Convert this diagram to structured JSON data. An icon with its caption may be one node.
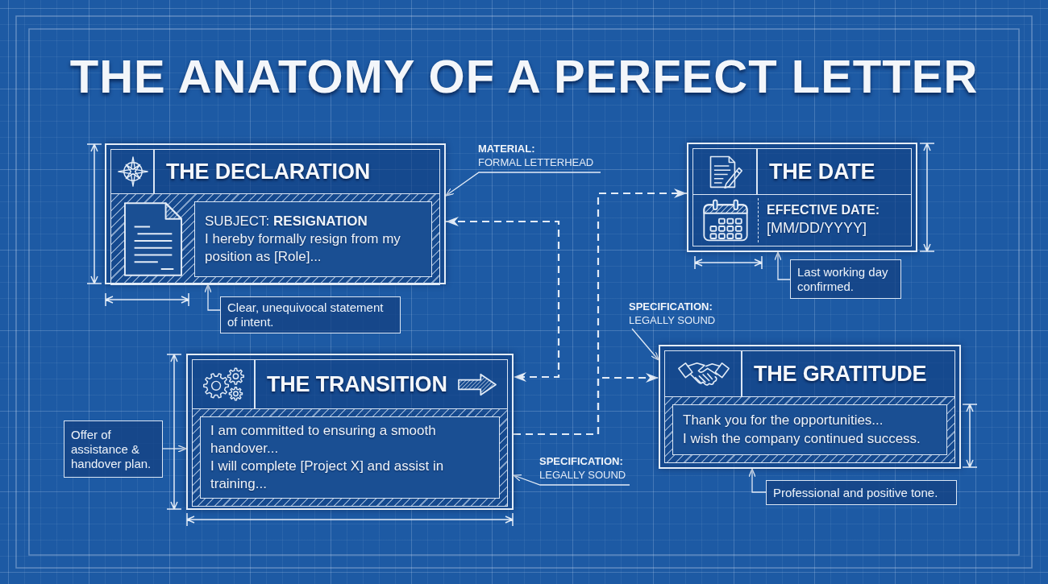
{
  "diagram": {
    "title": "THE ANATOMY OF A PERFECT LETTER",
    "nodes": [
      {
        "text": [
          "THE DECLARATION",
          "SUBJECT: **RESIGNATION**",
          "I hereby formally resign from my position as [Role]..."
        ]
      },
      {
        "text": [
          "MATERIAL:",
          "FORMAL LETTERHEAD"
        ]
      },
      {
        "text": [
          "THE DATE",
          "EFFECTIVE DATE:",
          "[MM/DD/YYYY]"
        ]
      },
      {
        "text": [
          "Last working day confirmed."
        ]
      },
      {
        "text": [
          "Clear, unequivocal statement of intent."
        ]
      },
      {
        "text": [
          "SPECIFICATION:",
          "LEGALLY SOUND"
        ]
      },
      {
        "text": [
          "THE TRANSITION",
          "I am committed to ensuring a smooth handover...",
          "I will complete [Project X] and assist in training..."
        ]
      },
      {
        "text": [
          "THE GRATITUDE",
          "Thank you for the opportunities...",
          "I wish the company continued success."
        ]
      },
      {
        "text": [
          "Offer of assistance & handover plan."
        ]
      },
      {
        "text": [
          "SPECIFICATION:",
          "LEGALLY SOUND"
        ]
      },
      {
        "text": [
          "Professional and positive tone."
        ]
      }
    ],
    "edges": [
      {
        "from": 1,
        "to": 0,
        "arrow": "to"
      },
      {
        "from": 0,
        "to": 6,
        "arrow": "both",
        "style": "dashed"
      },
      {
        "from": 6,
        "to": 2,
        "arrow": "to",
        "style": "dashed"
      },
      {
        "from": 6,
        "to": 7,
        "arrow": "to",
        "style": "dashed"
      },
      {
        "from": 3,
        "to": 2,
        "arrow": "to"
      },
      {
        "from": 4,
        "to": 0,
        "arrow": "to"
      },
      {
        "from": 5,
        "to": 7,
        "arrow": "to"
      },
      {
        "from": 8,
        "to": 6,
        "arrow": "to"
      },
      {
        "from": 9,
        "to": 6,
        "arrow": "to"
      },
      {
        "from": 10,
        "to": 7,
        "arrow": "to"
      }
    ]
  }
}
